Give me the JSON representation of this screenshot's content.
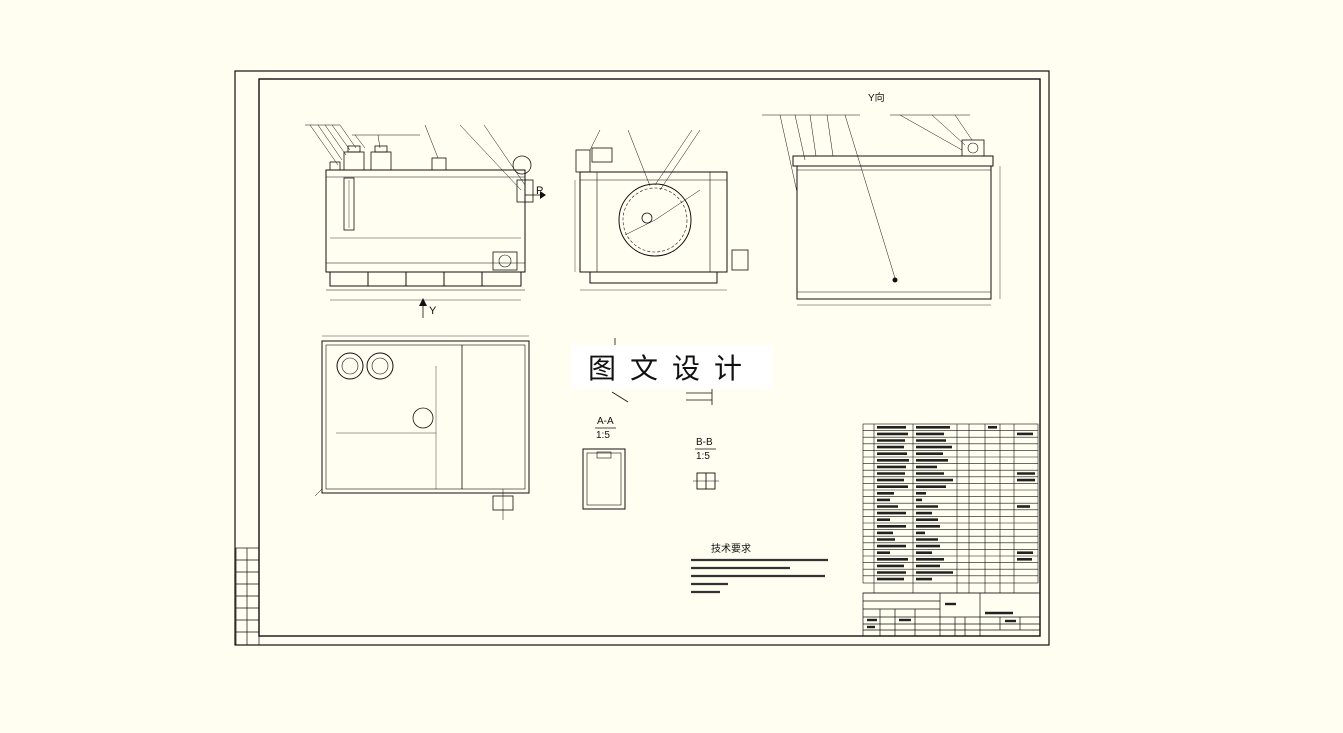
{
  "watermark": {
    "text": "图文设计"
  },
  "labels": {
    "direction_label": "Y",
    "port_label": "P",
    "view_y": "Y向",
    "section_aa_title": "A-A",
    "section_aa_scale": "1:5",
    "section_bb_title": "B-B",
    "section_bb_scale": "1:5",
    "tech_title": "技术要求"
  },
  "colors": {
    "paper": "#fffef0",
    "ink": "#111111",
    "watermark_bg": "#ffffff"
  }
}
